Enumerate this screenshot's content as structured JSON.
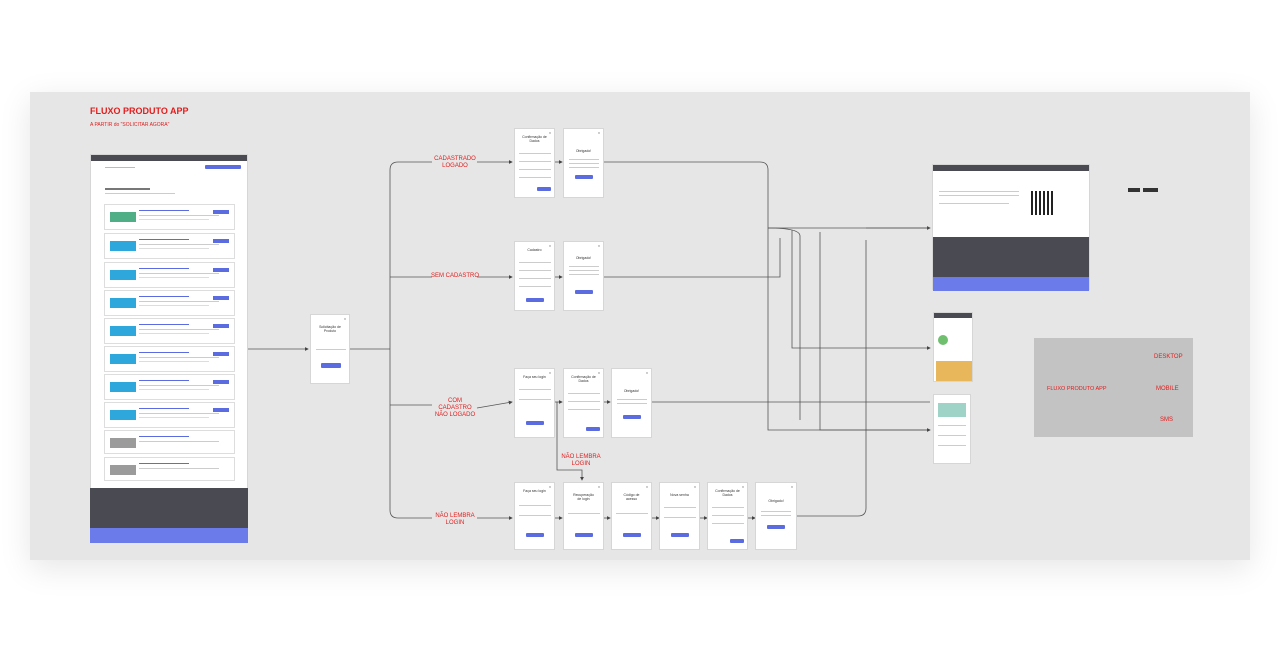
{
  "title": "FLUXO PRODUTO APP",
  "subtitle": "A PARTIR do \"SOLICITAR AGORA\"",
  "flows": {
    "cadastrado": "CADASTRADO\nLOGADO",
    "sem_cadastro": "SEM CADASTRO",
    "com_cadastro": "COM\nCADASTRO\nNÃO LOGADO",
    "nao_lembra_top": "NÃO LEMBRA\nLOGIN",
    "nao_lembra_bottom": "NÃO LEMBRA\nLOGIN"
  },
  "legend": {
    "root": "FLUXO PRODUTO APP",
    "desktop": "DESKTOP",
    "mobile": "MOBILE",
    "sms": "SMS"
  },
  "screens": {
    "solicitacao": "Solicitação de\nProduto",
    "confirmacao": "Confirmação de\nDados",
    "obrigado": "Obrigado!",
    "cadastro": "Cadastro",
    "faca_login": "Faça seu login",
    "recuperacao": "Recuperação\nde login",
    "codigo": "Código de\nacesso",
    "nova_senha": "Nova senha"
  },
  "colors": {
    "accent_red": "#e11d1d",
    "button_blue": "#5b6be0",
    "footer_dark": "#4a4a52",
    "footer_blue": "#6b7bea",
    "board": "#e6e6e6",
    "legend_bg": "#c3c3c3"
  }
}
